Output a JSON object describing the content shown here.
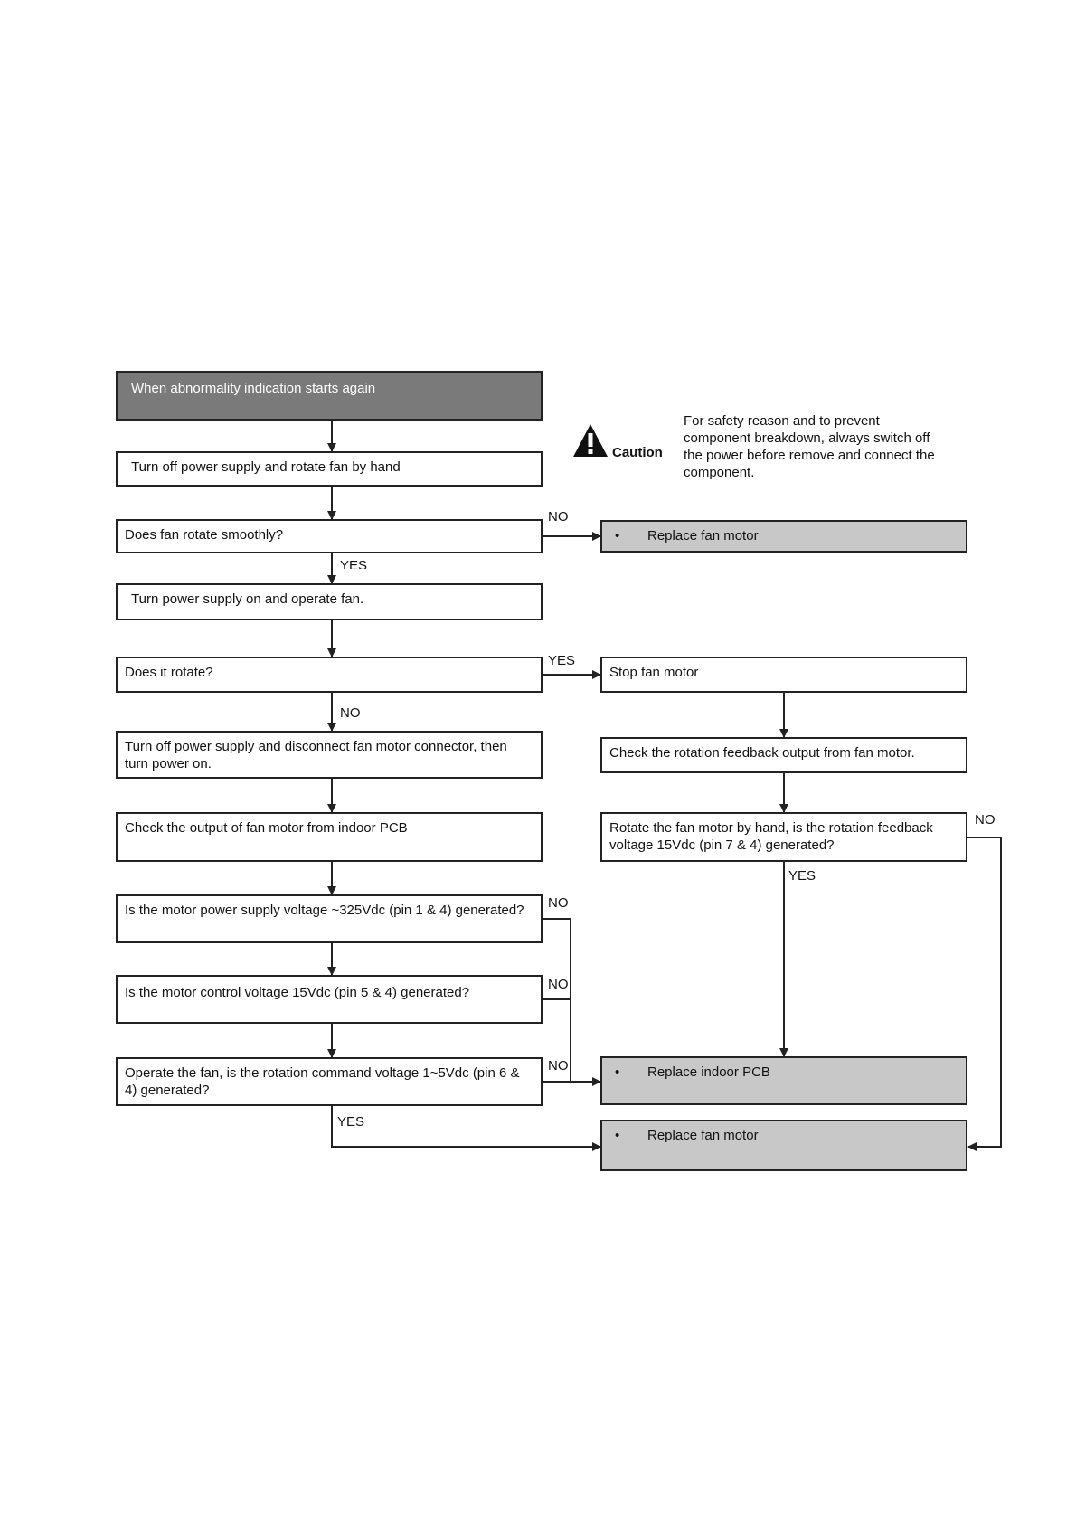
{
  "flow": {
    "start": "When abnormality indication starts again",
    "s1": "Turn off power supply and rotate fan by hand",
    "q1": "Does fan rotate smoothly?",
    "s2": "Turn power supply on and operate fan.",
    "q2": "Does it rotate?",
    "s3": "Turn off power supply and disconnect fan motor connector, then turn power on.",
    "s4": "Check the output of fan motor from indoor PCB",
    "q3": "Is the motor power supply voltage ~325Vdc (pin 1 & 4) generated?",
    "q4": "Is the motor control voltage 15Vdc (pin 5 & 4) generated?",
    "q5": "Operate the fan, is the rotation command voltage 1~5Vdc (pin 6 & 4) generated?",
    "r_stop": "Stop fan motor",
    "r_check": "Check the rotation feedback output from fan motor.",
    "r_q": "Rotate the fan motor by hand, is the rotation feedback voltage 15Vdc (pin 7 & 4) generated?",
    "out_replace_motor_1": "Replace fan motor",
    "out_replace_pcb": "Replace indoor PCB",
    "out_replace_motor_2": "Replace fan motor",
    "bullet": "•"
  },
  "labels": {
    "no": "NO",
    "yes": "YES"
  },
  "caution": {
    "word": "Caution",
    "text": "For safety reason and to prevent component breakdown, always switch off the power before remove and connect the component."
  },
  "colors": {
    "header_fill": "#7a7a7a",
    "result_fill": "#c8c8c8",
    "line": "#222222"
  }
}
